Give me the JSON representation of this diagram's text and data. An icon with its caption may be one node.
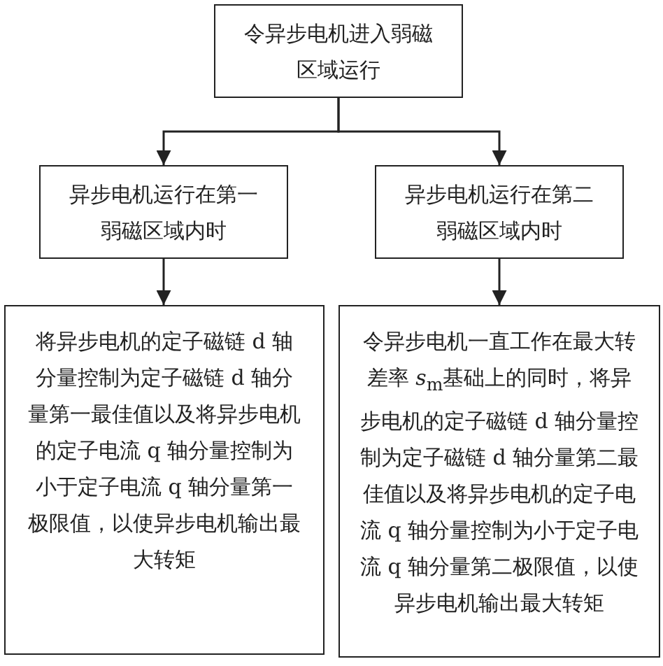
{
  "diagram": {
    "nodes": [
      {
        "text": [
          "令异步电机进入弱磁区域运行"
        ]
      },
      {
        "text": [
          "异步电机运行在第一弱磁区域内时"
        ]
      },
      {
        "text": [
          "异步电机运行在第二弱磁区域内时"
        ]
      },
      {
        "text": [
          "将异步电机的定子磁链 d 轴分量控制为定子磁链 d 轴分量第一最佳值以及将异步电机的定子电流 q 轴分量控制为小于定子电流 q 轴分量第一极限值，以使异步电机输出最大转矩"
        ]
      },
      {
        "text": [
          "令异步电机一直工作在最大转差率 *s*$_{m}$基础上的同时，将异步电机的定子磁链 d 轴分量控制为定子磁链 d 轴分量第二最佳值以及将异步电机的定子电流 q 轴分量控制为小于定子电流 q 轴分量第二极限值，以使异步电机输出最大转矩"
        ]
      }
    ],
    "edges": [
      {
        "from": 0,
        "to": 1,
        "arrow": "to"
      },
      {
        "from": 0,
        "to": 2,
        "arrow": "to"
      },
      {
        "from": 1,
        "to": 3,
        "arrow": "to"
      },
      {
        "from": 2,
        "to": 4,
        "arrow": "to"
      }
    ]
  }
}
